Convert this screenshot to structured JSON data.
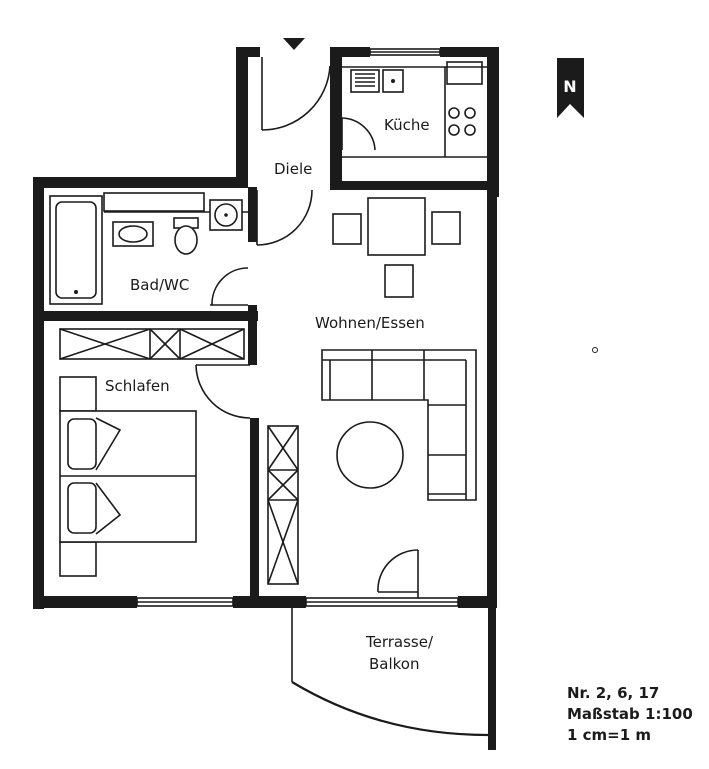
{
  "rooms": {
    "diele": "Diele",
    "kueche": "Küche",
    "bad": "Bad/WC",
    "wohnen": "Wohnen/Essen",
    "schlafen": "Schlafen",
    "terrasse_line1": "Terrasse/",
    "terrasse_line2": "Balkon"
  },
  "compass": {
    "label": "N"
  },
  "info": {
    "number": "Nr. 2, 6, 17",
    "scale": "Maßstab 1:100",
    "unit": "1 cm=1 m"
  }
}
